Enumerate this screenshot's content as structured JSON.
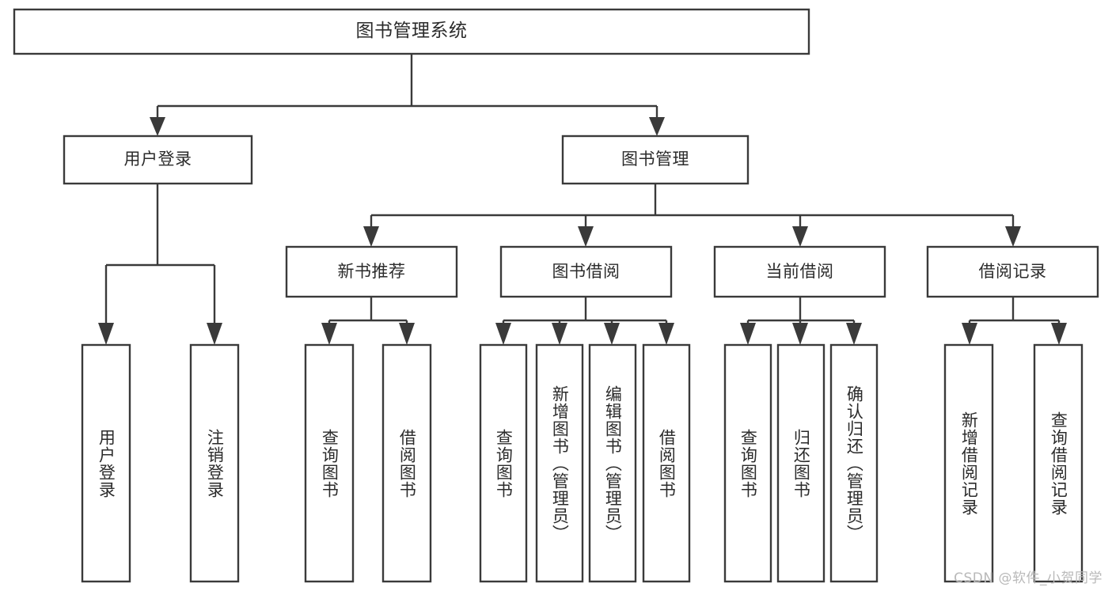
{
  "diagram": {
    "type": "tree-hierarchy-chart",
    "title_node": {
      "label": "图书管理系统"
    },
    "level1": [
      {
        "label": "用户登录"
      },
      {
        "label": "图书管理"
      }
    ],
    "level2": [
      {
        "label": "新书推荐"
      },
      {
        "label": "图书借阅"
      },
      {
        "label": "当前借阅"
      },
      {
        "label": "借阅记录"
      }
    ],
    "leaves": {
      "user_login": [
        {
          "label": "用户登录"
        },
        {
          "label": "注销登录"
        }
      ],
      "new_book_recommend": [
        {
          "label": "查询图书"
        },
        {
          "label": "借阅图书"
        }
      ],
      "book_borrow": [
        {
          "label": "查询图书"
        },
        {
          "label": "新增图书（管理员）"
        },
        {
          "label": "编辑图书（管理员）"
        },
        {
          "label": "借阅图书"
        }
      ],
      "current_borrow": [
        {
          "label": "查询图书"
        },
        {
          "label": "归还图书"
        },
        {
          "label": "确认归还（管理员）"
        }
      ],
      "borrow_record": [
        {
          "label": "新增借阅记录"
        },
        {
          "label": "查询借阅记录"
        }
      ]
    }
  },
  "watermark": {
    "text": "CSDN @软件_小贺同学"
  },
  "colors": {
    "stroke": "#3a3a3a",
    "text": "#2b2b2b",
    "background": "#ffffff",
    "watermark": "#b9b9b9"
  }
}
